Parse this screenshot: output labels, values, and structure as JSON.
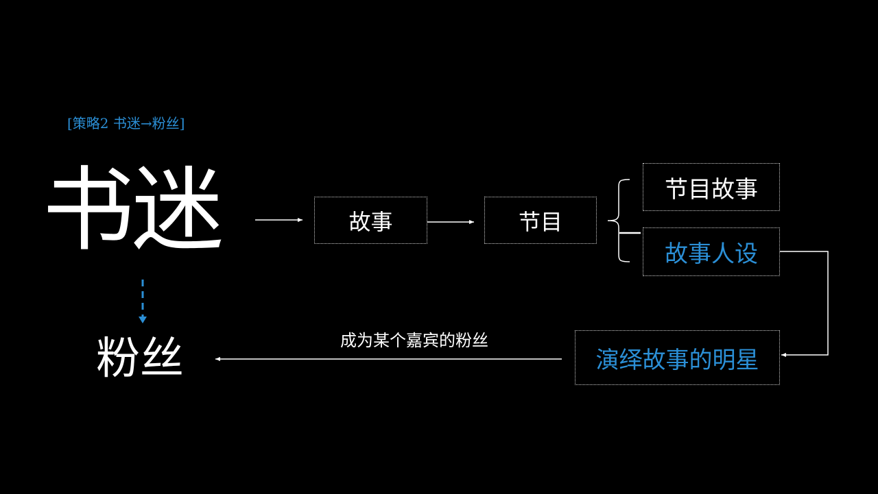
{
  "strategy_label": "[策略2 书迷→粉丝]",
  "nodes": {
    "shumi": "书迷",
    "fensi": "粉丝",
    "story": "故事",
    "program": "节目",
    "program_story": "节目故事",
    "story_persona": "故事人设",
    "star": "演绎故事的明星"
  },
  "edge_label": "成为某个嘉宾的粉丝",
  "colors": {
    "background": "#000000",
    "text": "#ffffff",
    "accent": "#2b8fd6",
    "box_border": "#cfcfcf"
  }
}
